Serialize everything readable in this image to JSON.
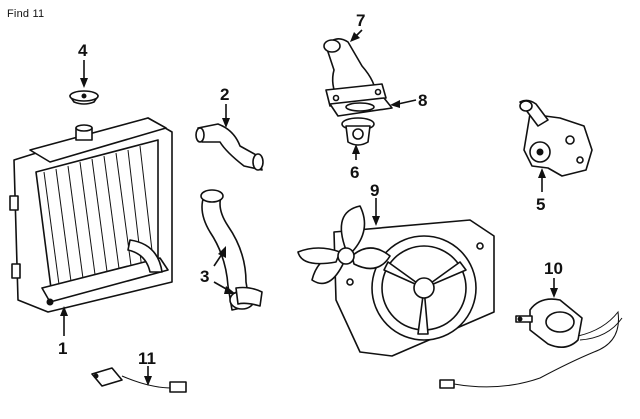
{
  "title": "Find 11",
  "callouts": [
    {
      "id": "1",
      "part": "radiator"
    },
    {
      "id": "2",
      "part": "upper-hose"
    },
    {
      "id": "3",
      "part": "lower-hose"
    },
    {
      "id": "4",
      "part": "radiator-cap"
    },
    {
      "id": "5",
      "part": "water-pump"
    },
    {
      "id": "6",
      "part": "thermostat"
    },
    {
      "id": "7",
      "part": "thermostat-housing"
    },
    {
      "id": "8",
      "part": "housing-gasket"
    },
    {
      "id": "9",
      "part": "fan-and-shroud"
    },
    {
      "id": "10",
      "part": "fan-motor"
    },
    {
      "id": "11",
      "part": "temperature-sensor"
    }
  ]
}
